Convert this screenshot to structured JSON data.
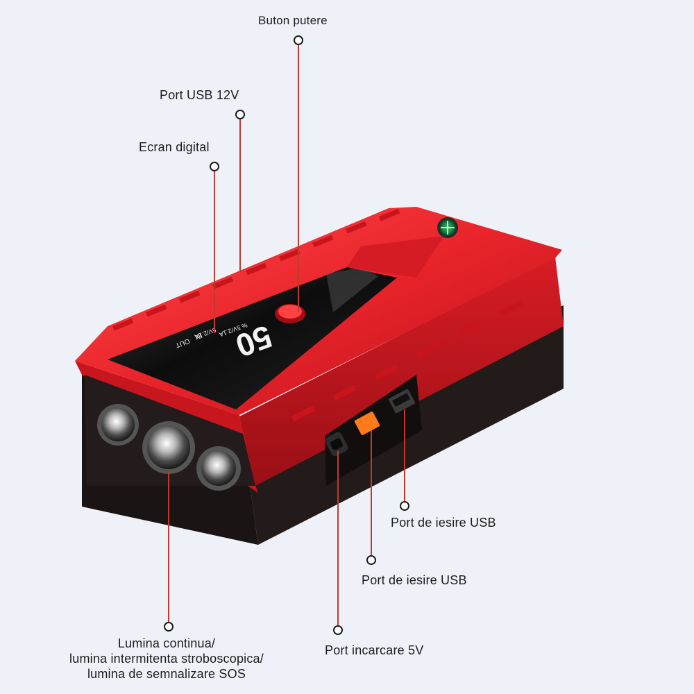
{
  "callouts": {
    "power_button": "Buton putere",
    "usb_12v_port": "Port USB 12V",
    "digital_screen": "Ecran digital",
    "usb_output_1": "Port de iesire USB",
    "usb_output_2": "Port de iesire USB",
    "charging_port": "Port incarcare 5V",
    "light_modes": [
      "Lumina continua/",
      "lumina intermitenta stroboscopica/",
      "lumina de semnalizare SOS"
    ]
  },
  "device": {
    "display_reading": "50",
    "display_in_label": "IN",
    "display_out_label": "OUT",
    "display_spec_1": "5V/2.1A",
    "display_spec_2": "% 5V/2.1A"
  },
  "colors": {
    "background": "#eef2f8",
    "body_red": "#e8232a",
    "body_black": "#1a1414",
    "callout_line": "#c0392b",
    "usb_orange": "#ff7a1a"
  }
}
